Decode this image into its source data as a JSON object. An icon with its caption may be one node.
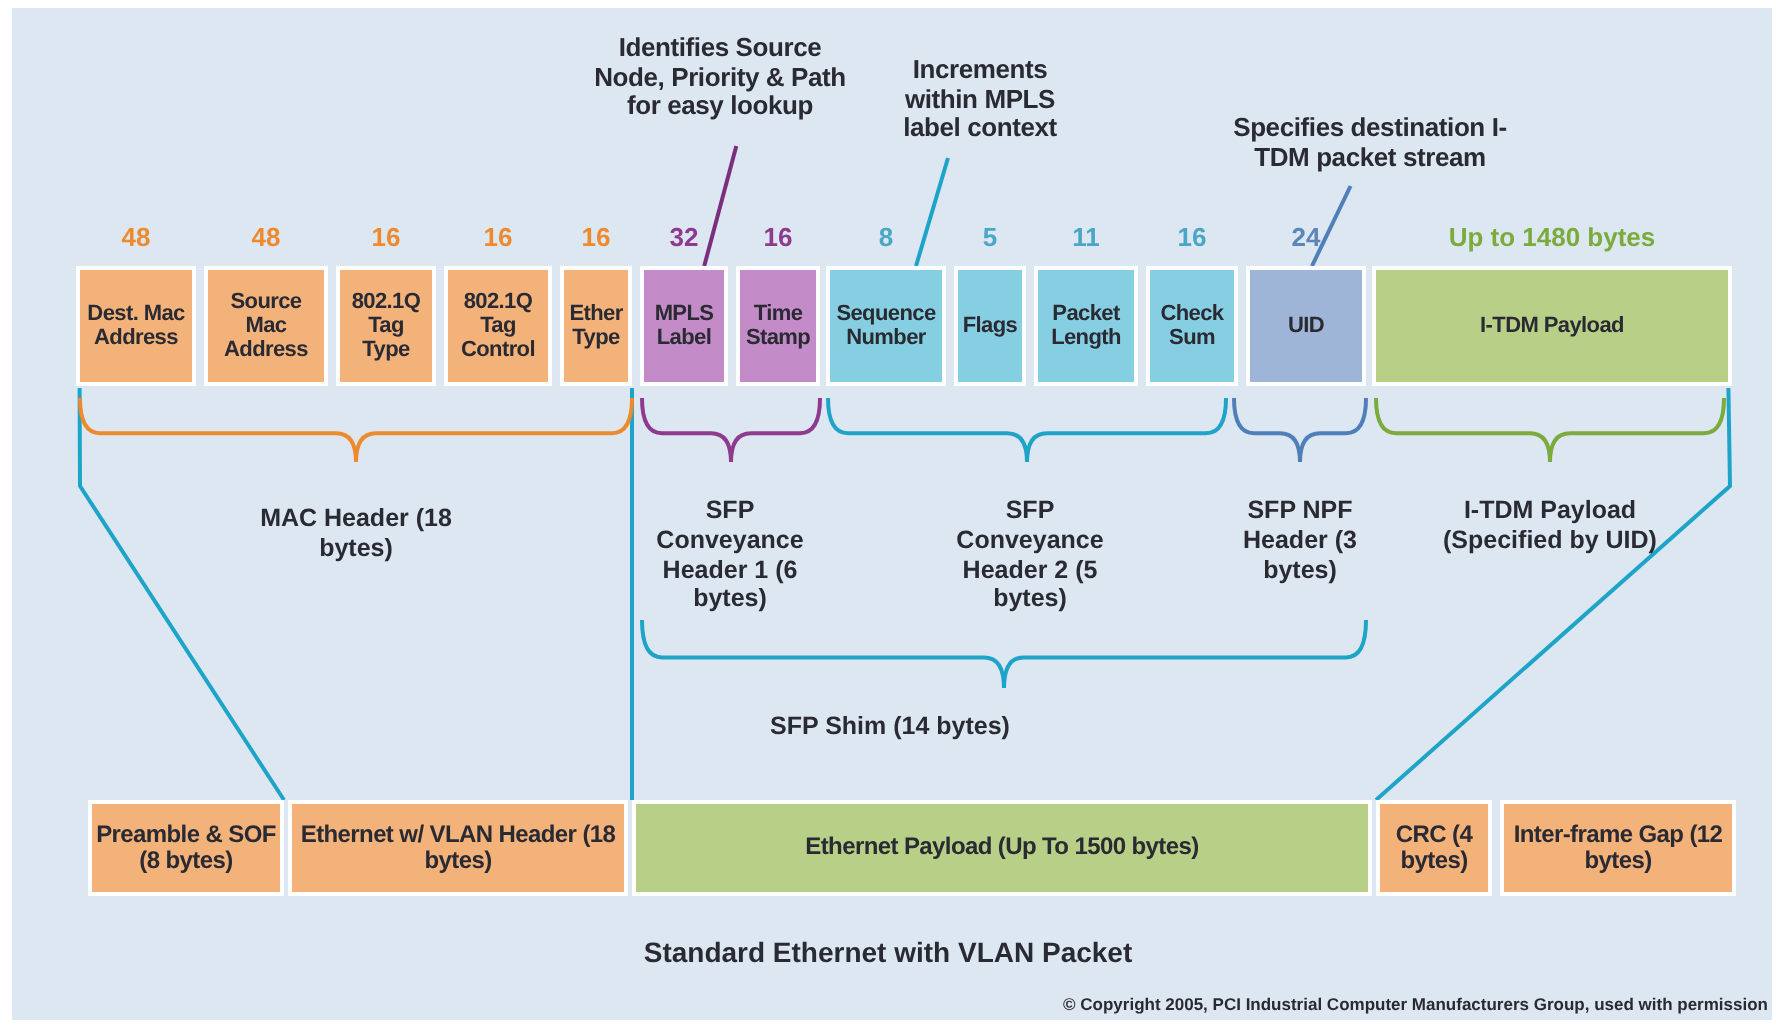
{
  "diagram": {
    "caption": "Standard Ethernet with VLAN Packet",
    "nodes": [
      {
        "text": [
          "Identifies Source Node, Priority & Path for easy lookup"
        ]
      },
      {
        "text": [
          "Increments within MPLS label context"
        ]
      },
      {
        "text": [
          "Specifies destination I-TDM packet stream"
        ]
      },
      {
        "text": [
          "Dest. Mac Address"
        ],
        "beside": [
          "48"
        ]
      },
      {
        "text": [
          "Source Mac Address"
        ],
        "beside": [
          "48"
        ]
      },
      {
        "text": [
          "802.1Q Tag Type"
        ],
        "beside": [
          "16"
        ]
      },
      {
        "text": [
          "802.1Q Tag Control"
        ],
        "beside": [
          "16"
        ]
      },
      {
        "text": [
          "Ether Type"
        ],
        "beside": [
          "16"
        ]
      },
      {
        "text": [
          "MPLS Label"
        ],
        "beside": [
          "32"
        ]
      },
      {
        "text": [
          "Time Stamp"
        ],
        "beside": [
          "16"
        ]
      },
      {
        "text": [
          "Sequence Number"
        ],
        "beside": [
          "8"
        ]
      },
      {
        "text": [
          "Flags"
        ],
        "beside": [
          "5"
        ]
      },
      {
        "text": [
          "Packet Length"
        ],
        "beside": [
          "11"
        ]
      },
      {
        "text": [
          "Check Sum"
        ],
        "beside": [
          "16"
        ]
      },
      {
        "text": [
          "UID"
        ],
        "beside": [
          "24"
        ]
      },
      {
        "text": [
          "I-TDM Payload"
        ],
        "beside": [
          "Up to 1480 bytes"
        ]
      },
      {
        "text": [
          "Preamble & SOF (8 bytes)"
        ]
      },
      {
        "text": [
          "Ethernet w/ VLAN Header (18 bytes)"
        ]
      },
      {
        "text": [
          "Ethernet Payload (Up To 1500 bytes)"
        ]
      },
      {
        "text": [
          "CRC (4 bytes)"
        ]
      },
      {
        "text": [
          "Inter-frame Gap (12 bytes)"
        ]
      }
    ],
    "edges": [
      {
        "from": 0,
        "to": 8,
        "arrow": "none",
        "color": "#7a2f7e"
      },
      {
        "from": 1,
        "to": 10,
        "arrow": "none",
        "color": "#1ea4c8"
      },
      {
        "from": 2,
        "to": 14,
        "arrow": "none",
        "color": "#4f7fb8"
      },
      {
        "from": 3,
        "to": 16,
        "arrow": "none",
        "color": "#1ea4c8"
      },
      {
        "from": 7,
        "to": 18,
        "arrow": "none",
        "color": "#1ea4c8"
      },
      {
        "from": 15,
        "to": 19,
        "arrow": "none",
        "color": "#1ea4c8"
      }
    ],
    "labels": [
      "MAC Header (18 bytes)",
      "SFP Conveyance Header 1 (6 bytes)",
      "SFP Conveyance Header 2 (5 bytes)",
      "SFP NPF Header (3 bytes)",
      "I-TDM Payload (Specified by UID)",
      "SFP Shim (14 bytes)",
      "© Copyright 2005, PCI Industrial Computer Manufacturers Group, used with permission"
    ]
  }
}
